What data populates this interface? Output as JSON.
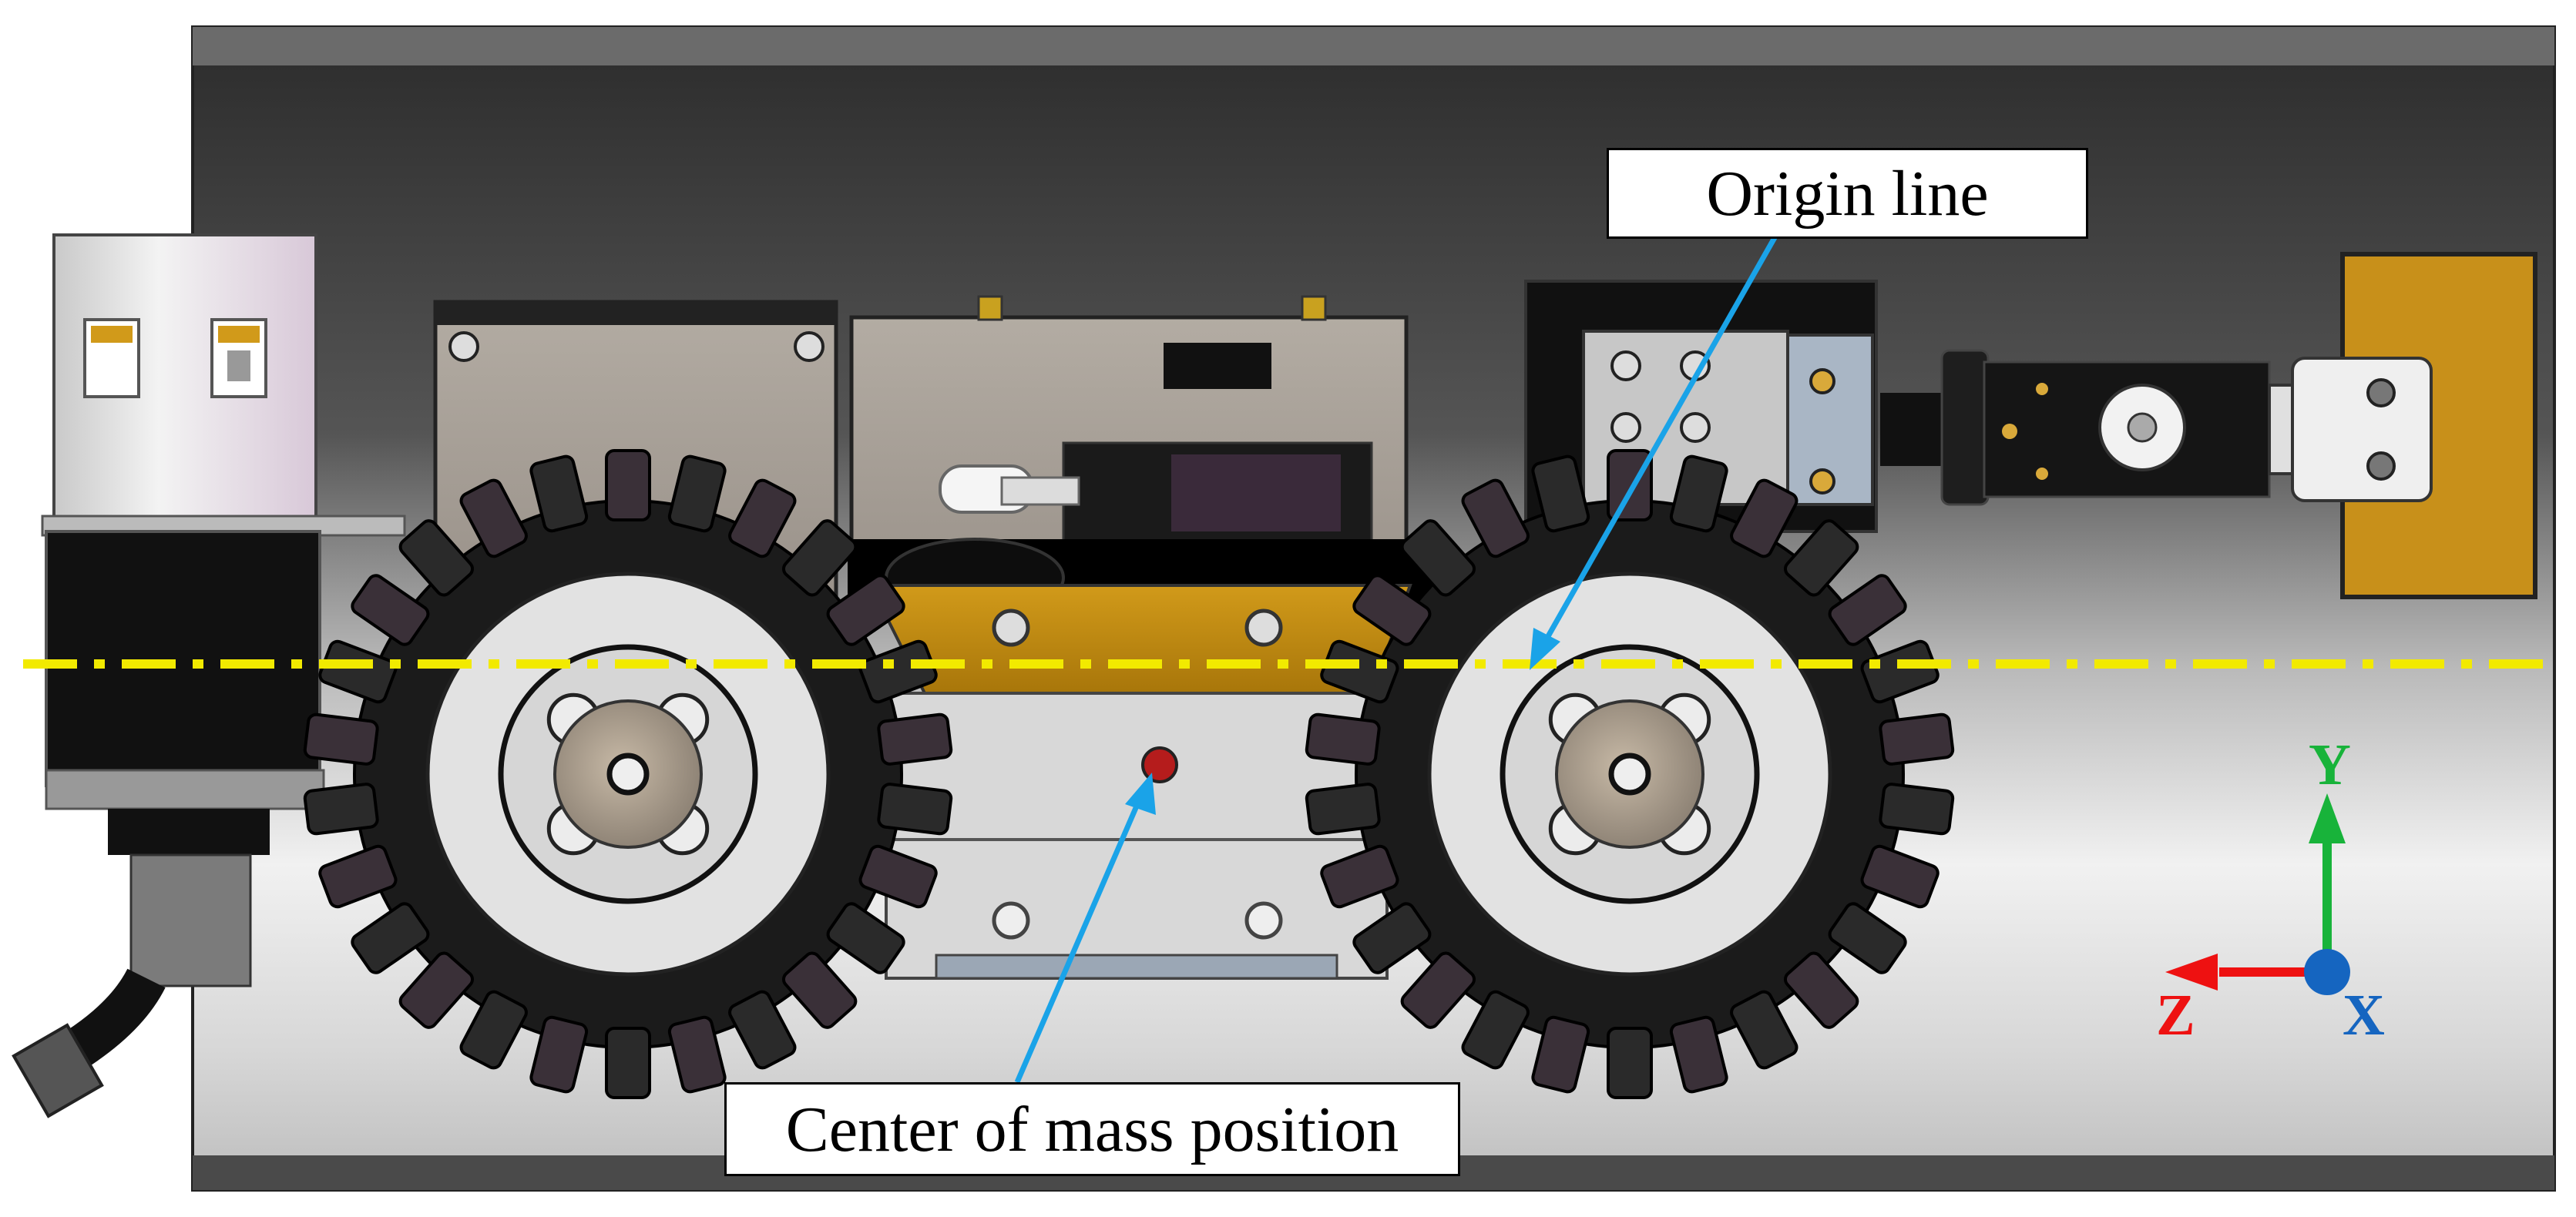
{
  "labels": {
    "origin_line": "Origin line",
    "center_of_mass": "Center of mass position"
  },
  "axes": {
    "y": "Y",
    "z": "Z",
    "x": "X"
  },
  "colors": {
    "origin_line": "#f2ea00",
    "callout_arrow": "#1aa3e8",
    "axis_y": "#18b33a",
    "axis_z": "#ee1111",
    "axis_x": "#1565c0",
    "center_of_mass_dot": "#b51c1c",
    "chassis_gold": "#b8860b",
    "tube_dark": "#3a3a3a"
  },
  "icons": {
    "wheel": "tracked-wheel-icon",
    "dot": "center-of-mass-dot-icon"
  }
}
